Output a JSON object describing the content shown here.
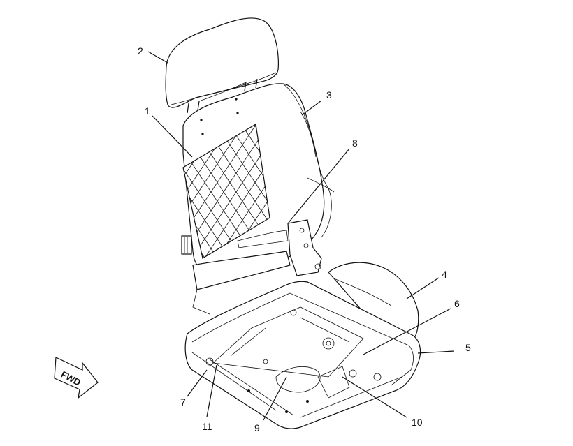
{
  "figure": {
    "callouts": [
      {
        "id": "1",
        "label": "1"
      },
      {
        "id": "2",
        "label": "2"
      },
      {
        "id": "3",
        "label": "3"
      },
      {
        "id": "4",
        "label": "4"
      },
      {
        "id": "5",
        "label": "5"
      },
      {
        "id": "6",
        "label": "6"
      },
      {
        "id": "7",
        "label": "7"
      },
      {
        "id": "8",
        "label": "8"
      },
      {
        "id": "9",
        "label": "9"
      },
      {
        "id": "10",
        "label": "10"
      },
      {
        "id": "11",
        "label": "11"
      }
    ],
    "direction_arrow": {
      "label": "FWD",
      "icon": "forward-arrow-icon"
    }
  }
}
